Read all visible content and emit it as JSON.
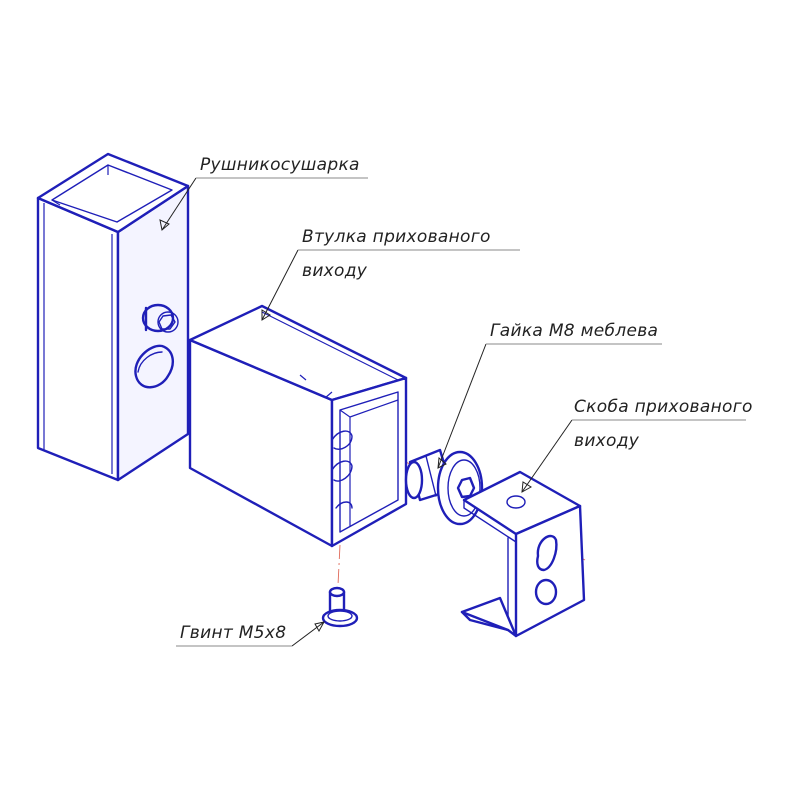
{
  "labels": {
    "towel_dryer": "Рушникосушарка",
    "sleeve_line1": "Втулка прихованого",
    "sleeve_line2": "виходу",
    "nut": "Гайка М8 меблева",
    "bracket_line1": "Скоба прихованого",
    "bracket_line2": "виходу",
    "screw": "Гвинт М5х8"
  },
  "colors": {
    "outline": "#1f1fb8",
    "axis": "#e06a5a",
    "leader": "#222222"
  }
}
